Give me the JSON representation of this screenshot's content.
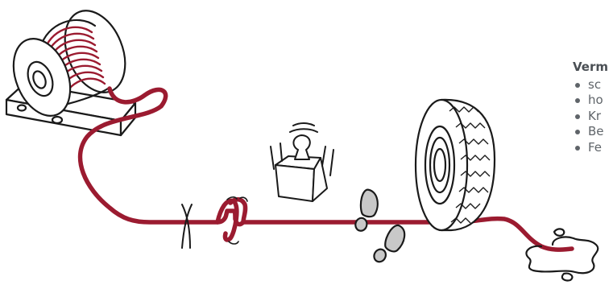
{
  "diagram": {
    "accent_color": "#9b1b30",
    "outline_color": "#1a1a1a",
    "icons": [
      "cable-reel-icon",
      "cable-icon",
      "kink-icon",
      "cable-loop-icon",
      "weight-icon",
      "footprints-icon",
      "tire-icon",
      "puddle-icon"
    ]
  },
  "note": {
    "heading": "Verm",
    "items": [
      {
        "label": "sc"
      },
      {
        "label": "ho"
      },
      {
        "label": "Kr"
      },
      {
        "label": "Be"
      },
      {
        "label": "Fe"
      }
    ]
  }
}
